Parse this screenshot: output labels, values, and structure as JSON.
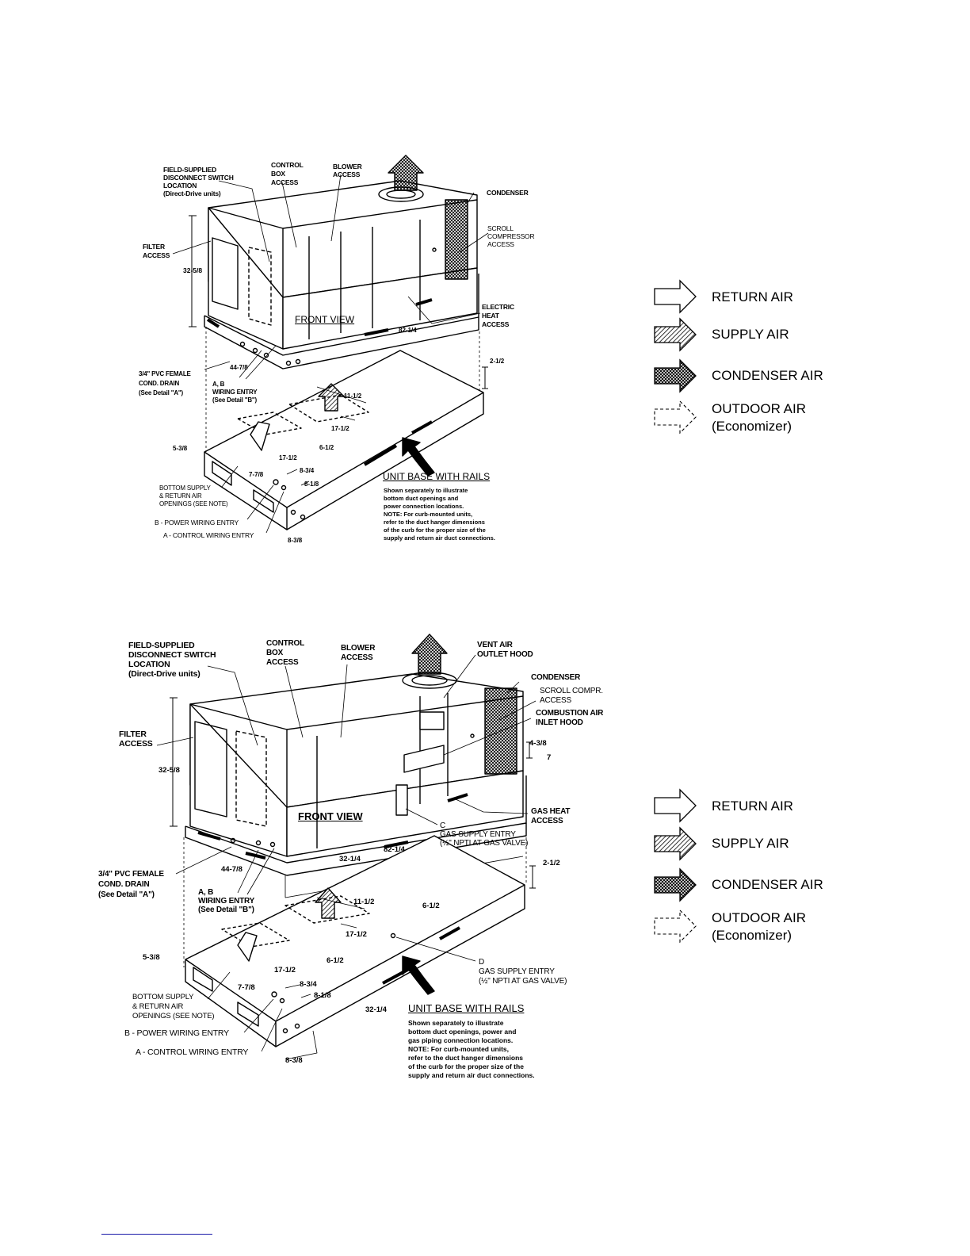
{
  "figures": [
    {
      "id": "cooling-unit",
      "labels": {
        "disconnect": "FIELD-SUPPLIED\nDISCONNECT SWITCH\nLOCATION\n(Direct-Drive units)",
        "control_box": "CONTROL\nBOX\nACCESS",
        "blower": "BLOWER\nACCESS",
        "condenser": "CONDENSER",
        "scroll": "SCROLL\nCOMPRESSOR\nACCESS",
        "filter": "FILTER\nACCESS",
        "front_view": "FRONT VIEW",
        "electric_heat": "ELECTRIC\nHEAT\nACCESS",
        "pvc": "3/4\" PVC FEMALE\nCOND. DRAIN\n(See Detail \"A\")",
        "wiring": "A, B\nWIRING ENTRY\n(See Detail \"B\")",
        "bottom_supply": "BOTTOM SUPPLY\n& RETURN AIR\nOPENINGS (SEE NOTE)",
        "power_wiring": "B - POWER WIRING ENTRY",
        "control_wiring": "A - CONTROL WIRING ENTRY",
        "unit_base": "UNIT BASE WITH RAILS",
        "note": "Shown separately to illustrate\nbottom duct openings and\npower connection locations.\nNOTE: For curb-mounted units,\nrefer to the duct hanger dimensions\nof the curb for the proper size of the\nsupply and return air duct connections."
      },
      "dims": {
        "height": "32-5/8",
        "length": "82-1/4",
        "depth": "44-7/8",
        "rail": "2-1/2",
        "d1": "11-1/2",
        "d2": "17-1/2",
        "d3": "6-1/2",
        "d4": "17-1/2",
        "d5": "5-3/8",
        "d6": "7-7/8",
        "d7": "8-3/4",
        "d8": "8-1/8",
        "d9": "8-3/8"
      }
    },
    {
      "id": "gas-unit",
      "labels": {
        "disconnect": "FIELD-SUPPLIED\nDISCONNECT SWITCH\nLOCATION\n(Direct-Drive units)",
        "control_box": "CONTROL\nBOX\nACCESS",
        "blower": "BLOWER\nACCESS",
        "vent": "VENT AIR\nOUTLET HOOD",
        "condenser": "CONDENSER",
        "scroll": "SCROLL COMPR.\nACCESS",
        "combustion": "COMBUSTION AIR\nINLET HOOD",
        "filter": "FILTER\nACCESS",
        "front_view": "FRONT VIEW",
        "gas_heat": "GAS HEAT\nACCESS",
        "gas_c": "C\nGAS SUPPLY ENTRY\n(½\" NPTI AT GAS VALVE)",
        "gas_d": "D\nGAS SUPPLY ENTRY\n(½\" NPTI AT GAS VALVE)",
        "pvc": "3/4\" PVC FEMALE\nCOND. DRAIN\n(See Detail \"A\")",
        "wiring": "A, B\nWIRING ENTRY\n(See Detail \"B\")",
        "bottom_supply": "BOTTOM SUPPLY\n& RETURN AIR\nOPENINGS (SEE NOTE)",
        "power_wiring": "B - POWER WIRING ENTRY",
        "control_wiring": "A - CONTROL WIRING ENTRY",
        "unit_base": "UNIT BASE WITH RAILS",
        "note": "Shown separately to illustrate\nbottom duct openings, power and\ngas piping connection locations.\nNOTE: For curb-mounted units,\nrefer to the duct hanger dimensions\nof the curb for the proper size of the\nsupply and return air duct connections."
      },
      "dims": {
        "height": "32-5/8",
        "length": "82-1/4",
        "depth": "44-7/8",
        "width": "32-1/4",
        "width2": "32-1/4",
        "rail": "2-1/2",
        "hood1": "4-3/8",
        "hood2": "7",
        "d1": "11-1/2",
        "d2": "17-1/2",
        "d3": "6-1/2",
        "d4": "17-1/2",
        "d5": "5-3/8",
        "d6": "7-7/8",
        "d7": "8-3/4",
        "d8": "8-1/8",
        "d9": "8-3/8",
        "d10": "6-1/2"
      }
    }
  ],
  "legend": {
    "items": [
      {
        "label": "RETURN AIR",
        "icon": "outline-arrow"
      },
      {
        "label": "SUPPLY AIR",
        "icon": "hatched-arrow"
      },
      {
        "label": "CONDENSER AIR",
        "icon": "crosshatched-arrow"
      },
      {
        "label": "OUTDOOR AIR\n(Economizer)",
        "icon": "dashed-arrow"
      }
    ]
  }
}
